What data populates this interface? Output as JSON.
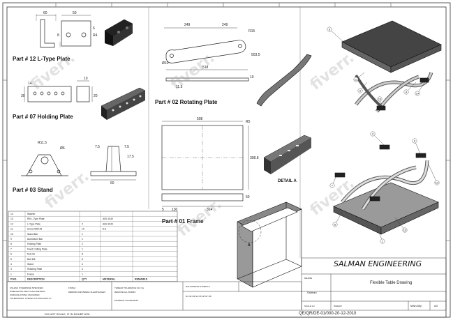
{
  "parts": {
    "p12": "Part # 12 L-Type Plate",
    "p07": "Part # 07 Holding Plate",
    "p03": "Part # 03 Stand",
    "p02": "Part # 02 Rotating Plate",
    "p01": "Part # 01 Frame"
  },
  "detail_label": "DETAIL A",
  "detail_marker": "A",
  "title_block": {
    "company": "SALMAN ENGINEERING",
    "drawing_title": "Flexible Table Drawing",
    "author": "Salman",
    "sheet": "Main Ally",
    "size": "A4",
    "doc_number": "QE/QR/DE-01/000-20-12-2010",
    "scale_note": "DO NOT SCALE, IF IN DOUBT ASK"
  },
  "bom": {
    "headers": [
      "P.NO.",
      "DESCRIPTION",
      "QTY",
      "MATERIAL",
      "REMARKS"
    ],
    "rows": [
      [
        "14",
        "Washer",
        "",
        "",
        ""
      ],
      [
        "13",
        "Rill L-Type Plate",
        "",
        "AISI 1040",
        ""
      ],
      [
        "12",
        "L-Type Plate",
        "2",
        "AISI 1040",
        ""
      ],
      [
        "11",
        "Screw M6X15",
        "10",
        "8.8",
        ""
      ],
      [
        "10",
        "Stand Bar",
        "1",
        "",
        ""
      ],
      [
        "9",
        "Aluminium Bar",
        "1",
        "",
        ""
      ],
      [
        "8",
        "Holding Plate",
        "2",
        "",
        ""
      ],
      [
        "7",
        "Fixed Cutting Plate",
        "1",
        "",
        ""
      ],
      [
        "6",
        "Nut m6",
        "8",
        "",
        ""
      ],
      [
        "5",
        "Bolt M6",
        "8",
        "",
        ""
      ],
      [
        "4",
        "Stand",
        "4",
        "",
        ""
      ],
      [
        "3",
        "Rotating Plate",
        "4",
        "",
        ""
      ],
      [
        "1",
        "Frame",
        "1",
        "",
        ""
      ]
    ]
  },
  "dims": {
    "p12": [
      "60",
      "50",
      "6",
      "R4",
      "8"
    ],
    "p07": [
      "10",
      "14",
      "30",
      "20"
    ],
    "p03": [
      "R11.5",
      "Ø6",
      "7.5",
      "7.5",
      "17.5",
      "60"
    ],
    "p02": [
      "249",
      "249",
      "R15",
      "Ø10",
      "503.5",
      "518",
      "10",
      "11.5"
    ],
    "p01": [
      "508",
      "R5",
      "308.8",
      "50",
      "130",
      "324",
      "5"
    ]
  },
  "balloons": {
    "top": [
      "6",
      "11",
      "5",
      "4",
      "10",
      "14"
    ],
    "bottom": [
      "3",
      "9",
      "12",
      "7",
      "8",
      "1",
      "13"
    ]
  }
}
